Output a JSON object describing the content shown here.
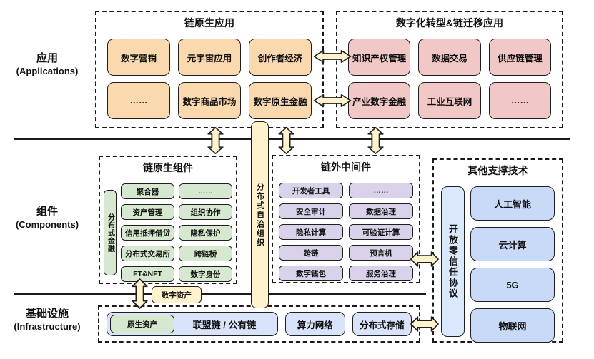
{
  "sections": {
    "applications": {
      "zh": "应用",
      "en": "(Applications)"
    },
    "components": {
      "zh": "组件",
      "en": "(Components)"
    },
    "infrastructure": {
      "zh": "基础设施",
      "en": "(Infrastructure)"
    }
  },
  "chain_native_apps": {
    "title": "链原生应用",
    "items": [
      "数字营销",
      "元宇宙应用",
      "创作者经济",
      "……",
      "数字商品市场",
      "数字原生金融"
    ]
  },
  "migration_apps": {
    "title": "数字化转型&链迁移应用",
    "items": [
      "知识产权管理",
      "数据交易",
      "供应链管理",
      "产业数字金融",
      "工业互联网",
      "……"
    ]
  },
  "chain_native_components": {
    "title": "链原生组件",
    "defi_bar": "分布式金融",
    "rows": [
      [
        "聚合器",
        "……"
      ],
      [
        "资产管理",
        "组织协作"
      ],
      [
        "信用抵押借贷",
        "隐私保护"
      ],
      [
        "分布式交易所",
        "跨链桥"
      ],
      [
        "FT&NFT",
        "数字身份"
      ]
    ]
  },
  "dao_bar": "分布式自治组织",
  "offchain_middleware": {
    "title": "链外中间件",
    "rows": [
      [
        "开发者工具",
        "……"
      ],
      [
        "安全审计",
        "数据治理"
      ],
      [
        "隐私计算",
        "可验证计算"
      ],
      [
        "跨链",
        "预言机"
      ],
      [
        "数字钱包",
        "服务治理"
      ]
    ]
  },
  "supporting_tech": {
    "title": "其他支撑技术",
    "protocol_bar": "开放零信任协议",
    "items": [
      "人工智能",
      "云计算",
      "5G",
      "物联网"
    ]
  },
  "infrastructure_layer": {
    "digital_asset_tag": "数字资产",
    "native_asset": "原生资产",
    "chains": "联盟链 / 公有链",
    "items": [
      "算力网络",
      "分布式存储"
    ]
  },
  "icons": {
    "double_arrow": "double-headed-arrow"
  },
  "colors": {
    "app_native_orange": "#FBD9AE",
    "app_migration_pink": "#F2C8C6",
    "component_green": "#D6E8D0",
    "middleware_purple": "#DAD2EB",
    "tech_blue": "#C9DAF8",
    "bar_light_blue": "#DAE8FC",
    "arrow_cream": "#FFF2CC",
    "infra_blue": "#D9E4FB",
    "border": "#1A1A1A"
  }
}
